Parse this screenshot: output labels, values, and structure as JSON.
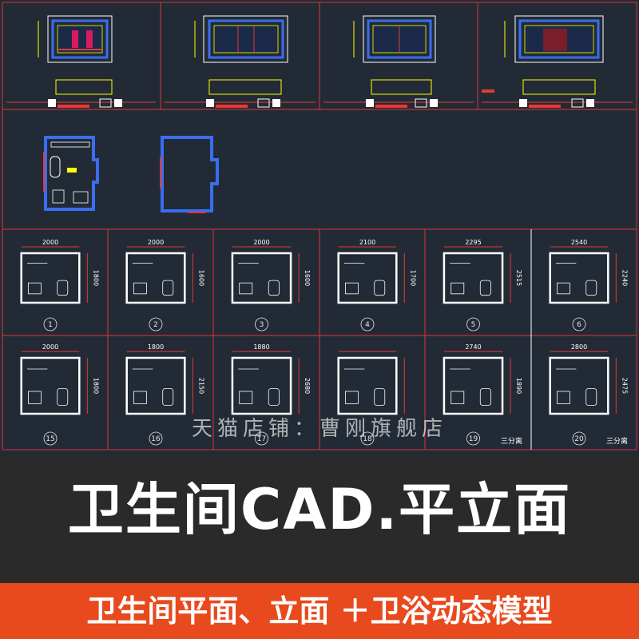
{
  "main_title": "卫生间CAD.平立面",
  "subtitle": "卫生间平面、立面 ＋卫浴动态模型",
  "watermark": "天猫店铺：曹刚旗舰店",
  "colors": {
    "cad_background": "#222b35",
    "grid_line": "#c0313a",
    "wall_white": "#ffffff",
    "dimension_red": "#e53935",
    "title_band": "#2a2a2a",
    "subtitle_band": "#e8491d"
  },
  "plans_row1": [
    {
      "number": "1",
      "width_dim": "2000",
      "height_dim": "1800"
    },
    {
      "number": "2",
      "width_dim": "2000",
      "height_dim": "1600"
    },
    {
      "number": "3",
      "width_dim": "2000",
      "height_dim": "1600"
    },
    {
      "number": "4",
      "width_dim": "2100",
      "height_dim": "1700"
    },
    {
      "number": "5",
      "width_dim": "2295",
      "height_dim": "2515"
    },
    {
      "number": "6",
      "width_dim": "2540",
      "height_dim": "2240"
    }
  ],
  "plans_row2": [
    {
      "number": "15",
      "width_dim": "2000",
      "height_dim": "1800",
      "note": ""
    },
    {
      "number": "16",
      "width_dim": "1800",
      "height_dim": "2150",
      "note": ""
    },
    {
      "number": "17",
      "width_dim": "1880",
      "height_dim": "2680",
      "note": ""
    },
    {
      "number": "18",
      "width_dim": "",
      "height_dim": "",
      "note": ""
    },
    {
      "number": "19",
      "width_dim": "2740",
      "height_dim": "1890",
      "note": "三分离"
    },
    {
      "number": "20",
      "width_dim": "2800",
      "height_dim": "2475",
      "note": "三分离"
    }
  ]
}
